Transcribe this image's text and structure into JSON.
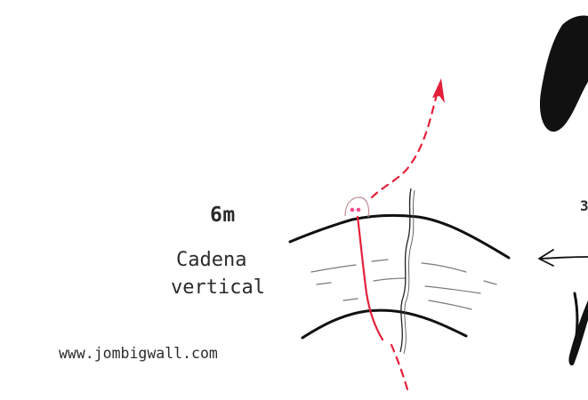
{
  "labels": {
    "height": "6m",
    "note_line1": "Cadena",
    "note_line2": "vertical",
    "website": "www.jombigwall.com",
    "right_edge_fragment": "3"
  },
  "colors": {
    "ink": "#1a1a1a",
    "route": "#e3203a",
    "anchor_outline": "#c08e95",
    "anchor_dots": "#f24d8d",
    "streaks": "#7a7a7a",
    "text": "#2b2b2b"
  },
  "icons": {
    "arrow_up": "route-arrow-icon",
    "arrow_left": "pointer-arrow-icon",
    "chain": "chain-anchor-icon"
  }
}
